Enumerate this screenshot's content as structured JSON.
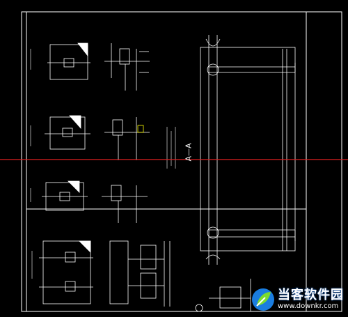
{
  "drawing": {
    "section_label": "A—A",
    "crosshair_color": "#e02020",
    "line_color": "#ffffff",
    "accent_color": "#ffff00",
    "background_color": "#000000"
  },
  "watermark": {
    "brand_text": "当客软件园",
    "url_text": "www.downkr.com",
    "logo_icon": "leaf-d-logo-icon"
  }
}
